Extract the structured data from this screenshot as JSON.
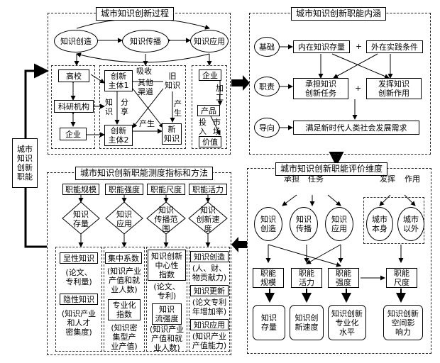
{
  "panel_process": {
    "title": "城市知识创新过程",
    "create": "知识创造",
    "spread": "知识传播",
    "apply": "知识应用",
    "univ": "高校",
    "research": "科研机构",
    "enterprise": "企业",
    "subject1": "创新\n主体1",
    "subject2": "创新\n主体2",
    "absorb": "吸收",
    "other_ch": "其他\n渠道",
    "old_know": "旧\n知识",
    "new_know": "新\n知识",
    "know_label": "知\n识",
    "share_label": "分\n享",
    "produce1": "产生",
    "produce2": "产\n生",
    "ent2": "企业",
    "process": "加\n工",
    "product": "产品",
    "input": "投\n入",
    "market": "市\n场",
    "value": "价值"
  },
  "panel_connotation": {
    "title": "城市知识创新职能内涵",
    "base": "基础",
    "duty": "职责",
    "guide": "导向",
    "stock": "内在知识存量",
    "plus1": "+",
    "external": "外在实践条件",
    "undertake": "承担知识\n创新任务",
    "plus2": "+",
    "exert": "发挥知识\n创新作用",
    "need": "满足新时代人类社会发展需求"
  },
  "side_label": "城市\n知识\n创新\n职能",
  "panel_dims": {
    "title": "城市知识创新职能评价维度",
    "undertake": "承担",
    "task": "任务",
    "exert": "发挥",
    "role": "作用",
    "k_create": "知识\n创造",
    "k_spread": "知识\n传播",
    "k_apply": "知识\n应用",
    "city_self": "城市\n本身",
    "city_out": "城市\n以外",
    "scale": "职能\n规模",
    "vitality": "职能\n活力",
    "intensity": "职能\n强度",
    "scope": "职能\n尺度",
    "stock": "知识\n存量",
    "speed": "知识创\n新速度",
    "spec": "知识创新\n专业化\n水平",
    "spatial": "知识创新\n空间影\n响力"
  },
  "panel_measure": {
    "title": "城市知识创新职能测度指标和方法",
    "h1": "职能规模",
    "h2": "职能强度",
    "h3": "职能尺度",
    "h4": "职能活力",
    "d1": "知识\n存量",
    "d2": "知识\n应用",
    "d3": "知识\n传播范\n围",
    "d4": "知识\n创新速\n度",
    "c1": [
      "显性知识",
      "(论文、\n专利量)",
      "隐性知识",
      "(知识产业\n和人才\n密集度)"
    ],
    "c2": [
      "集中系数",
      "(知识产业\n产值和就\n业人数)",
      "专业化\n指数",
      "(知识密\n集型产\n业产值)"
    ],
    "c3": [
      "知识创新\n中心性\n指数",
      "(论文、\n专利)",
      "知识\n流强度",
      "(知识产业\n产值和就\n业人数)"
    ],
    "c4": [
      "知识创造",
      "(人、财、\n物贡献力)",
      "知识更新",
      "(论文专利\n年增加率)",
      "知识应用",
      "(知识产业\n产值能力)"
    ]
  }
}
